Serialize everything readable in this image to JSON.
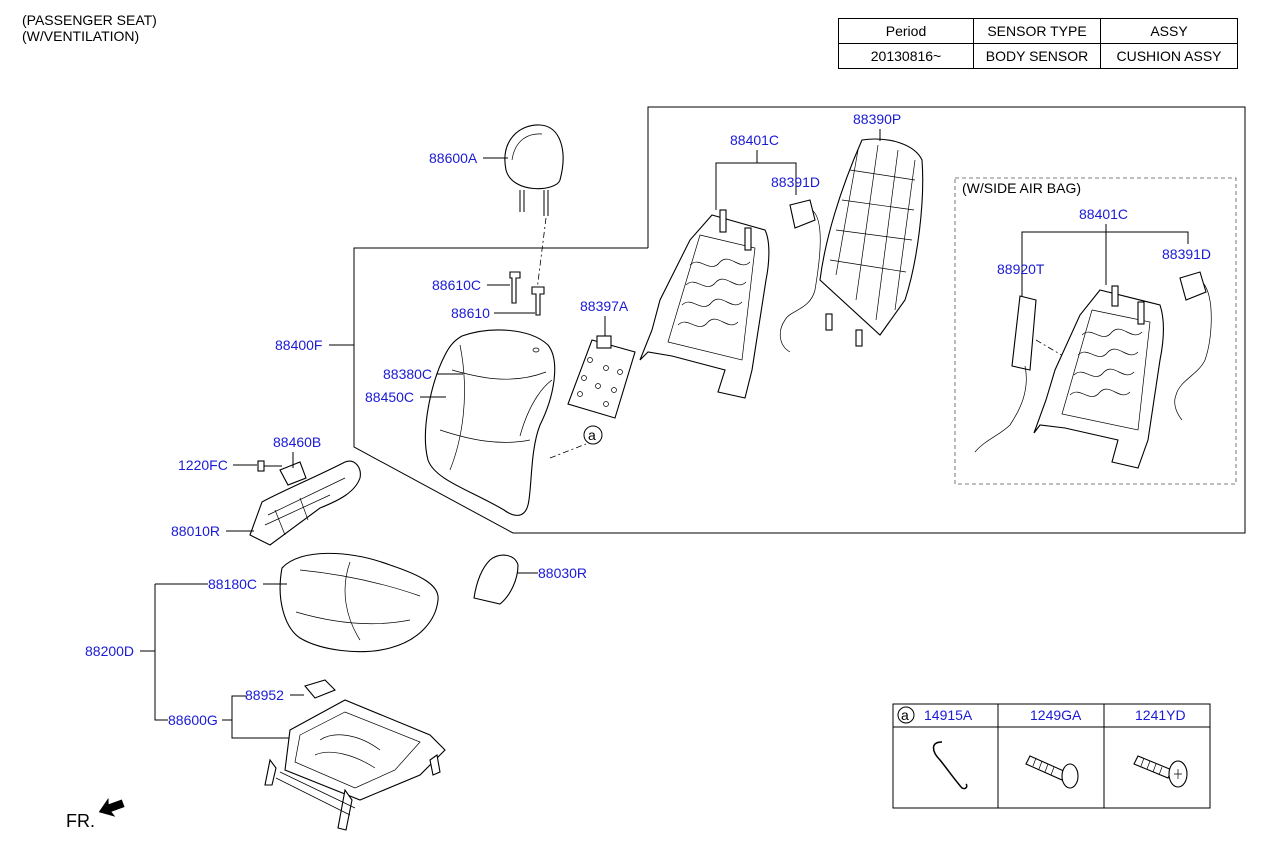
{
  "header": {
    "line1": "(PASSENGER SEAT)",
    "line2": "(W/VENTILATION)"
  },
  "spec_table": {
    "headers": [
      "Period",
      "SENSOR TYPE",
      "ASSY"
    ],
    "row": [
      "20130816~",
      "BODY SENSOR",
      "CUSHION ASSY"
    ]
  },
  "side_airbag_box": {
    "title": "(W/SIDE AIR BAG)"
  },
  "part_labels": {
    "p88600A": "88600A",
    "p88610C": "88610C",
    "p88610": "88610",
    "p88400F": "88400F",
    "p88380C": "88380C",
    "p88450C": "88450C",
    "p88397A": "88397A",
    "p88401C": "88401C",
    "p88391D": "88391D",
    "p88390P": "88390P",
    "p88401C_b": "88401C",
    "p88920T": "88920T",
    "p88391D_b": "88391D",
    "p1220FC": "1220FC",
    "p88460B": "88460B",
    "p88010R": "88010R",
    "p88180C": "88180C",
    "p88030R": "88030R",
    "p88200D": "88200D",
    "p88952": "88952",
    "p88600G": "88600G"
  },
  "callout": "a",
  "fasteners_table": {
    "marker": "a",
    "headers": [
      "14915A",
      "1249GA",
      "1241YD"
    ]
  },
  "orientation": {
    "label": "FR."
  },
  "colors": {
    "label_blue": "#1a1ad6",
    "line": "#000000"
  }
}
